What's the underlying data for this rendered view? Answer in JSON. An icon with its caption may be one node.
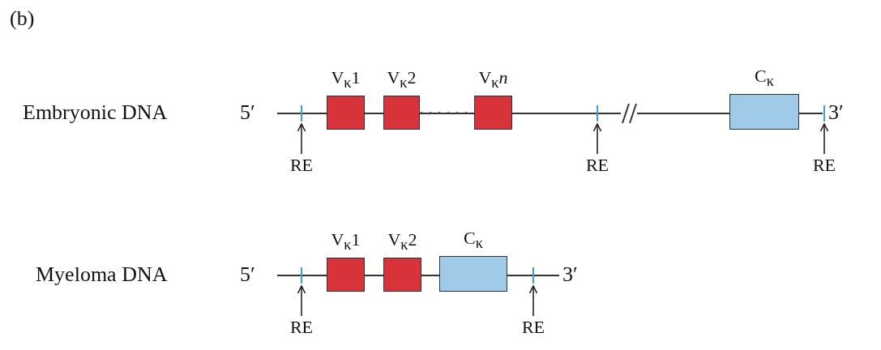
{
  "diagram": {
    "nodes": [
      {
        "text": [
          "V$_{κ}$1"
        ]
      },
      {
        "text": [
          "V$_{κ}$2"
        ]
      },
      {
        "text": [
          "V$_{κ}$*n*"
        ]
      },
      {
        "text": [
          "C$_{κ}$"
        ]
      },
      {
        "text": [],
        "shape": "bar"
      },
      {
        "text": [],
        "shape": "bar"
      },
      {
        "text": [],
        "shape": "bar"
      },
      {
        "text": [
          "RE"
        ]
      },
      {
        "text": [
          "RE"
        ]
      },
      {
        "text": [
          "RE"
        ]
      },
      {
        "text": [
          "V$_{κ}$1"
        ]
      },
      {
        "text": [
          "V$_{κ}$2"
        ]
      },
      {
        "text": [
          "C$_{κ}$"
        ]
      },
      {
        "text": [],
        "shape": "bar"
      },
      {
        "text": [],
        "shape": "bar"
      },
      {
        "text": [
          "RE"
        ]
      },
      {
        "text": [
          "RE"
        ]
      }
    ],
    "edges": [
      {
        "from": 1,
        "to": 2,
        "arrow": "none",
        "style": "dashed"
      },
      {
        "from": 7,
        "to": 4,
        "arrow": "to"
      },
      {
        "from": 8,
        "to": 5,
        "arrow": "to"
      },
      {
        "from": 9,
        "to": 6,
        "arrow": "to"
      },
      {
        "from": 15,
        "to": 13,
        "arrow": "to"
      },
      {
        "from": 16,
        "to": 14,
        "arrow": "to"
      }
    ],
    "labels": [
      "(b)",
      "Embryonic DNA",
      "5′",
      "3′",
      "Myeloma DNA",
      "5′",
      "3′"
    ]
  }
}
